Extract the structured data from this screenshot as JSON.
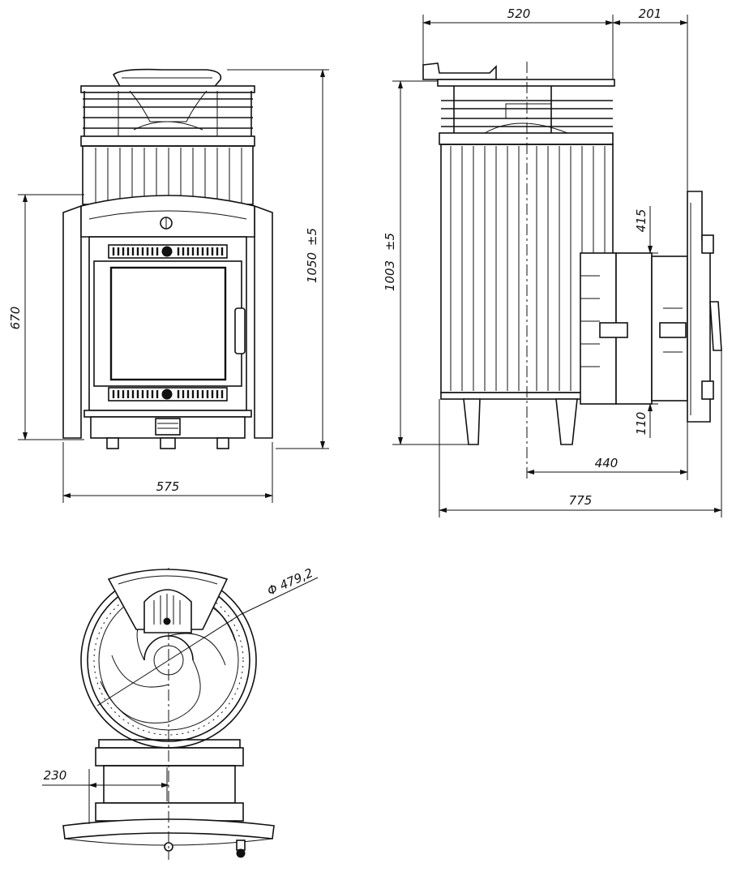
{
  "dimensions": {
    "front_width": "575",
    "front_height": "1050",
    "front_height_tol": "±5",
    "front_door_height": "670",
    "side_depth_top": "520",
    "side_depth_extra": "201",
    "side_height": "1003",
    "side_height_tol": "±5",
    "tunnel_height": "415",
    "tunnel_bottom": "110",
    "tunnel_length": "440",
    "side_total_depth": "775",
    "top_diameter": "Φ 479,2",
    "top_offset": "230"
  }
}
